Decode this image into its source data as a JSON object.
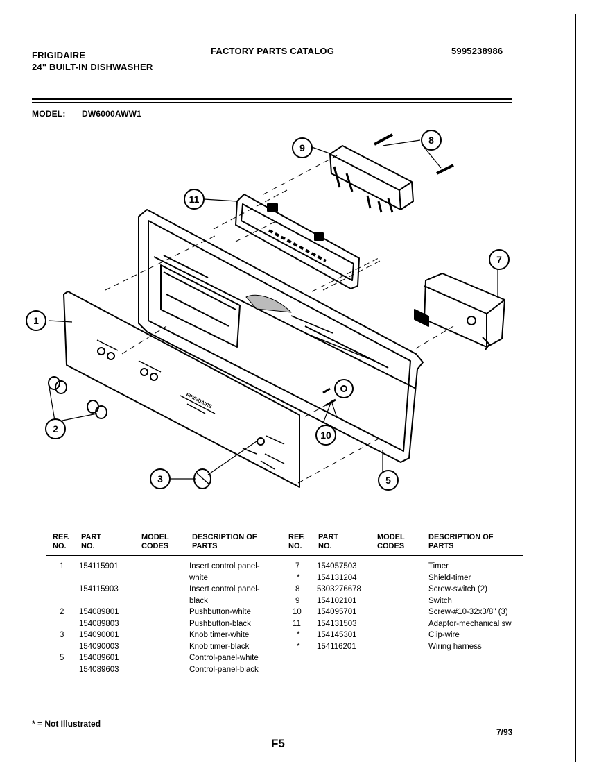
{
  "header": {
    "brand": "FRIGIDAIRE",
    "product": "24\" BUILT-IN DISHWASHER",
    "catalog_title": "FACTORY PARTS CATALOG",
    "catalog_number": "5995238986",
    "model_label": "MODEL:",
    "model_value": "DW6000AWW1"
  },
  "diagram": {
    "callouts": [
      "1",
      "2",
      "3",
      "5",
      "7",
      "8",
      "9",
      "10",
      "11"
    ],
    "panel_text": "FRIGIDAIRE"
  },
  "table": {
    "headers": {
      "ref": "REF. NO.",
      "part": "PART NO.",
      "model": "MODEL CODES",
      "desc": "DESCRIPTION OF PARTS"
    },
    "left_rows": [
      {
        "ref": "1",
        "part": "154115901",
        "desc": "Insert control panel-"
      },
      {
        "ref": "",
        "part": "",
        "desc": "white"
      },
      {
        "ref": "",
        "part": "154115903",
        "desc": "Insert control panel-"
      },
      {
        "ref": "",
        "part": "",
        "desc": "black"
      },
      {
        "ref": "2",
        "part": "154089801",
        "desc": "Pushbutton-white"
      },
      {
        "ref": "",
        "part": "154089803",
        "desc": "Pushbutton-black"
      },
      {
        "ref": "3",
        "part": "154090001",
        "desc": "Knob timer-white"
      },
      {
        "ref": "",
        "part": "154090003",
        "desc": "Knob timer-black"
      },
      {
        "ref": "5",
        "part": "154089601",
        "desc": "Control-panel-white"
      },
      {
        "ref": "",
        "part": "154089603",
        "desc": "Control-panel-black"
      }
    ],
    "right_rows": [
      {
        "ref": "7",
        "part": "154057503",
        "desc": "Timer"
      },
      {
        "ref": "*",
        "part": "154131204",
        "desc": "Shield-timer"
      },
      {
        "ref": "8",
        "part": "5303276678",
        "desc": "Screw-switch (2)"
      },
      {
        "ref": "9",
        "part": "154102101",
        "desc": "Switch"
      },
      {
        "ref": "10",
        "part": "154095701",
        "desc": "Screw-#10-32x3/8\" (3)"
      },
      {
        "ref": "11",
        "part": "154131503",
        "desc": "Adaptor-mechanical sw"
      },
      {
        "ref": "*",
        "part": "154145301",
        "desc": "Clip-wire"
      },
      {
        "ref": "*",
        "part": "154116201",
        "desc": "Wiring harness"
      }
    ]
  },
  "footer": {
    "note": "* = Not Illustrated",
    "page": "F5",
    "date": "7/93"
  }
}
